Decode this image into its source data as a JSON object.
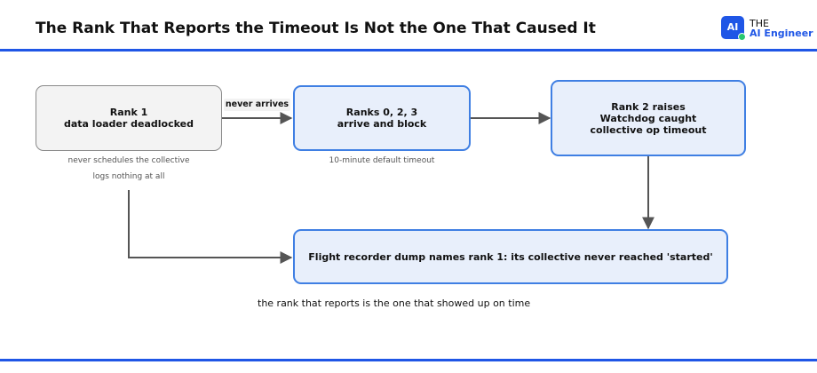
{
  "header": {
    "title": "The Rank That Reports the Timeout Is Not the One That Caused It",
    "logo": {
      "badge": "AI",
      "line1": "THE",
      "line2": "AI Engineer",
      "brand_color": "#1f56e6",
      "dot_color": "#29c76f"
    }
  },
  "diagram": {
    "nodes": {
      "rank1": {
        "line1": "Rank 1",
        "line2": "data loader deadlocked"
      },
      "ranks023": {
        "line1": "Ranks 0, 2, 3",
        "line2": "arrive and block"
      },
      "rank2": {
        "line1": "Rank 2 raises",
        "line2": "Watchdog caught",
        "line3": "collective op timeout"
      },
      "flight": {
        "line1": "Flight recorder dump names rank 1: its collective never reached 'started'"
      }
    },
    "edge_labels": {
      "never_arrives": "never arrives"
    },
    "notes": {
      "rank1_note1": "never schedules the collective",
      "rank1_note2": "logs nothing at all",
      "ranks023_note": "10-minute default timeout"
    },
    "caption": "the rank that reports is the one that showed up on time",
    "colors": {
      "accent": "#3f7fe3",
      "blue_fill": "#e8effb",
      "grey_fill": "#f3f3f3",
      "arrow": "#555555"
    }
  }
}
